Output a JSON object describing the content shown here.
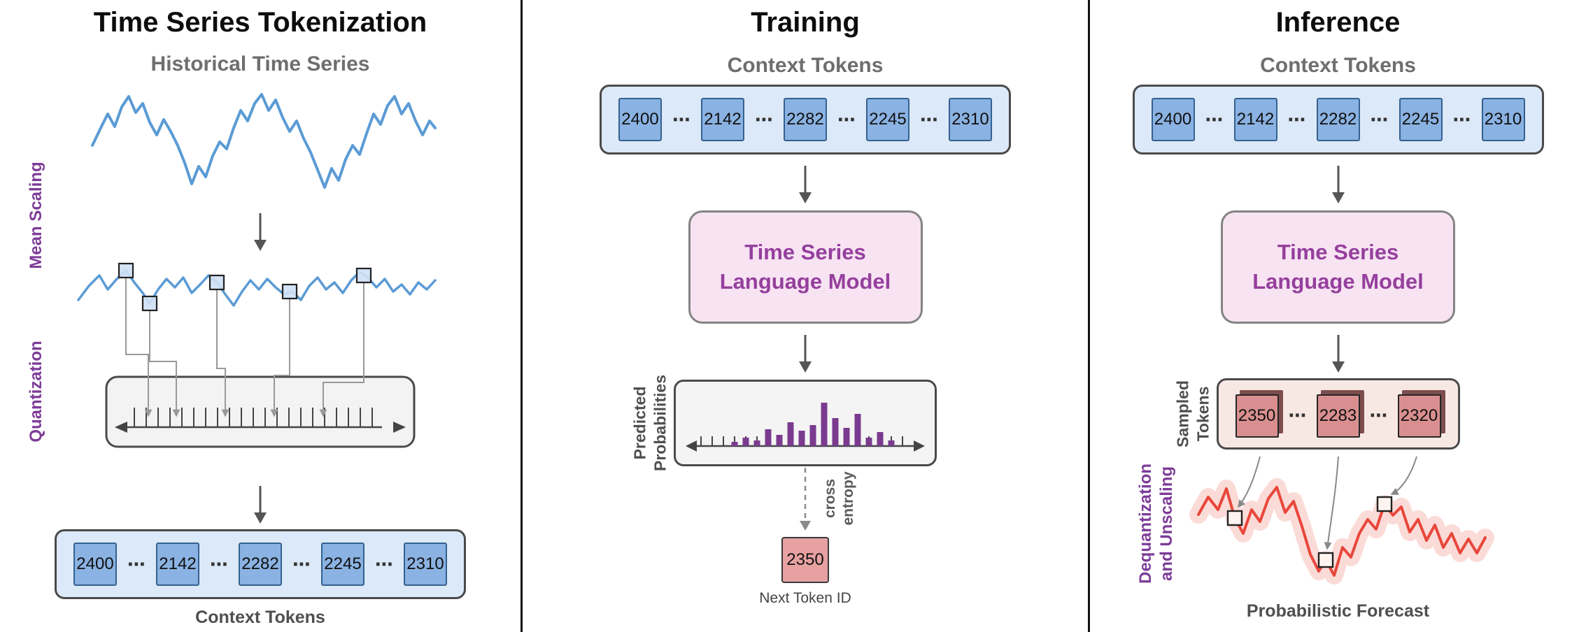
{
  "colors": {
    "token_blue": "#8ab2e2",
    "token_container_blue": "#dce9f8",
    "model_box_pink": "#f7e3f2",
    "model_text_purple": "#953f9d",
    "vertical_label_purple": "#7d3c98",
    "series_blue": "#5b9bd5",
    "histogram_purple": "#7a3b8f",
    "sampled_token_red": "#d98f8f",
    "next_token_red": "#e7a1a1",
    "forecast_red": "#e8473c",
    "heading_gray": "#6e6e6e"
  },
  "tokenization": {
    "title": "Time Series Tokenization",
    "historical_heading": "Historical Time Series",
    "mean_scaling_label": "Mean Scaling",
    "quantization_label": "Quantization",
    "tokens": [
      "2400",
      "2142",
      "2282",
      "2245",
      "2310"
    ],
    "ellipsis": "⋯",
    "context_tokens_caption": "Context Tokens"
  },
  "training": {
    "title": "Training",
    "context_tokens_heading": "Context Tokens",
    "tokens": [
      "2400",
      "2142",
      "2282",
      "2245",
      "2310"
    ],
    "ellipsis": "⋯",
    "model_label": "Time Series\nLanguage Model",
    "predicted_probabilities_label": "Predicted\nProbabilities",
    "cross_entropy_label": "cross\nentropy",
    "next_token_value": "2350",
    "next_token_caption": "Next Token ID"
  },
  "inference": {
    "title": "Inference",
    "context_tokens_heading": "Context Tokens",
    "tokens": [
      "2400",
      "2142",
      "2282",
      "2245",
      "2310"
    ],
    "ellipsis": "⋯",
    "model_label": "Time Series\nLanguage Model",
    "sampled_tokens_label": "Sampled\nTokens",
    "sampled_tokens": [
      "2350",
      "2283",
      "2320"
    ],
    "dequantization_label": "Dequantization\nand Unscaling",
    "forecast_caption": "Probabilistic Forecast"
  }
}
